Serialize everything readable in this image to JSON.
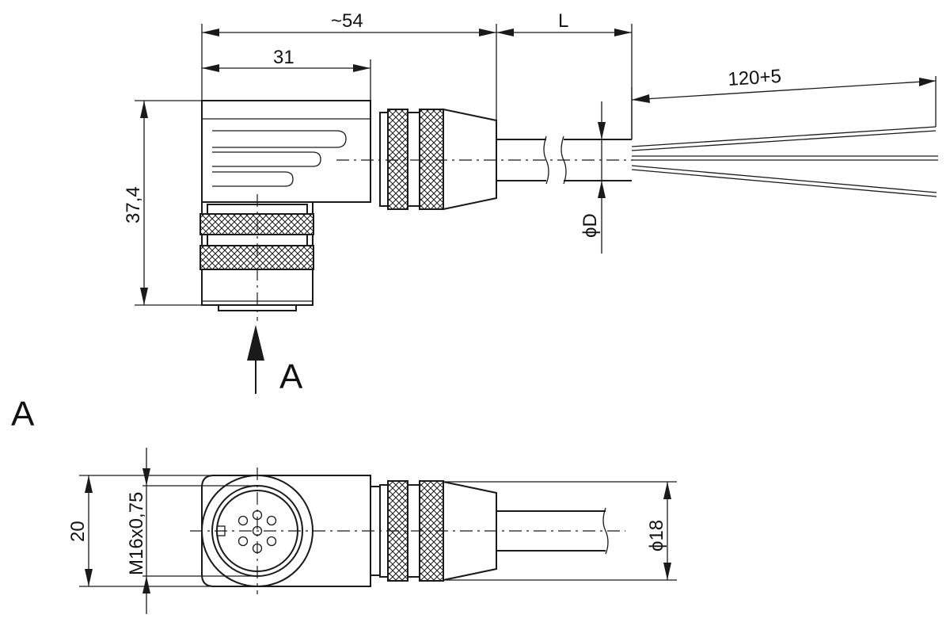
{
  "dimensions": {
    "overall_length": "~54",
    "body_length": "31",
    "cable_length": "L",
    "wire_strip": "120+5",
    "height": "37,4",
    "cable_diameter": "ϕD",
    "view_width": "20",
    "thread": "M16x0,75",
    "nut_diameter": "ϕ18"
  },
  "view": {
    "arrow_label": "A",
    "section_label": "A"
  },
  "colors": {
    "line": "#1a1a1a",
    "background": "#ffffff"
  }
}
